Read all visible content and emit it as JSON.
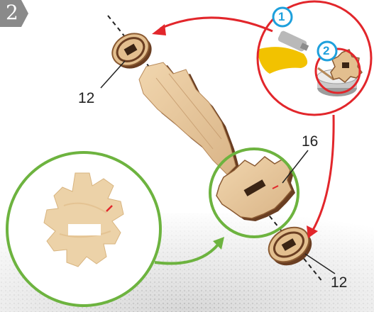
{
  "step": {
    "number": "2"
  },
  "callouts": {
    "top_left_part": "12",
    "gear_part": "16",
    "bottom_right_part": "12"
  },
  "substeps": {
    "first": "1",
    "second": "2"
  },
  "icons": {
    "glue_tube": "glue-tube-icon",
    "glue_pot": "glue-pot-icon",
    "gear": "gear-icon"
  },
  "colors": {
    "step_badge": "#8a8a8a",
    "arrow_red": "#e2262b",
    "circle_green": "#6db33f",
    "substep_blue": "#1ea0dc",
    "wood_light": "#e9c99e",
    "wood_dark": "#6a3e22",
    "glue_yellow": "#f2c200"
  }
}
